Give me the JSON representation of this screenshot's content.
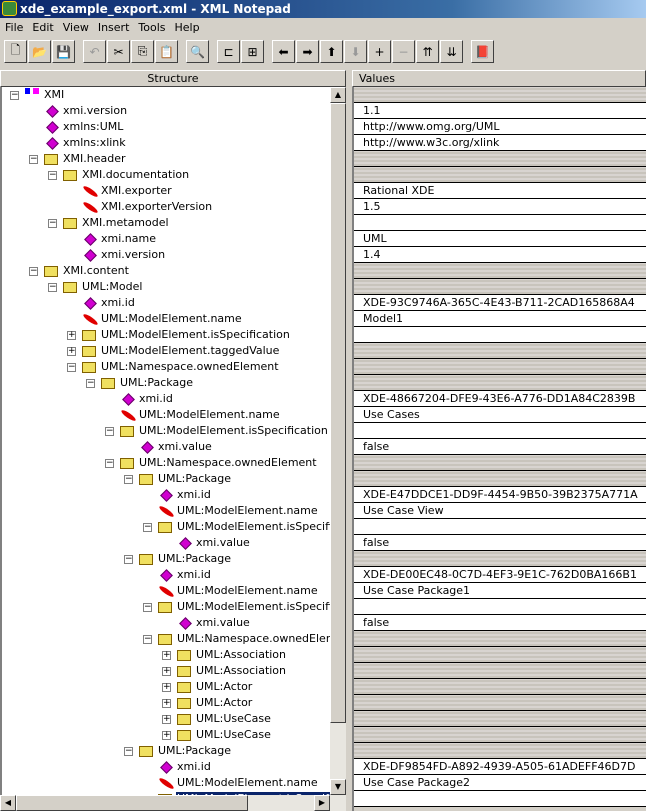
{
  "window": {
    "title": "xde_example_export.xml - XML Notepad"
  },
  "menu": [
    "File",
    "Edit",
    "View",
    "Insert",
    "Tools",
    "Help"
  ],
  "toolbar": [
    {
      "icon": "new-icon",
      "glyph": "🗋"
    },
    {
      "icon": "open-icon",
      "glyph": "📂"
    },
    {
      "icon": "save-icon",
      "glyph": "💾"
    },
    {
      "sep": true
    },
    {
      "icon": "undo-icon",
      "glyph": "↶",
      "dis": true
    },
    {
      "icon": "cut-icon",
      "glyph": "✂"
    },
    {
      "icon": "copy-icon",
      "glyph": "⎘"
    },
    {
      "icon": "paste-icon",
      "glyph": "📋",
      "dis": true
    },
    {
      "sep": true
    },
    {
      "icon": "find-icon",
      "glyph": "🔍"
    },
    {
      "sep": true
    },
    {
      "icon": "insert-element-icon",
      "glyph": "⊏"
    },
    {
      "icon": "insert-child-icon",
      "glyph": "⊞"
    },
    {
      "sep": true
    },
    {
      "icon": "arrow-left-icon",
      "glyph": "⬅"
    },
    {
      "icon": "arrow-right-icon",
      "glyph": "➡"
    },
    {
      "icon": "arrow-up-icon",
      "glyph": "⬆"
    },
    {
      "icon": "arrow-down-icon",
      "glyph": "⬇",
      "dis": true
    },
    {
      "icon": "expand-icon",
      "glyph": "+"
    },
    {
      "icon": "collapse-icon",
      "glyph": "−",
      "dis": true
    },
    {
      "icon": "sort-up-icon",
      "glyph": "⇈"
    },
    {
      "icon": "sort-down-icon",
      "glyph": "⇊"
    },
    {
      "sep": true
    },
    {
      "icon": "book-icon",
      "glyph": "📕"
    }
  ],
  "panes": {
    "structure": "Structure",
    "values": "Values"
  },
  "tree": [
    {
      "l": 0,
      "k": "root",
      "e": "-",
      "t": "XMI",
      "v": null
    },
    {
      "l": 1,
      "k": "attr",
      "t": "xmi.version",
      "v": "1.1"
    },
    {
      "l": 1,
      "k": "attr",
      "t": "xmlns:UML",
      "v": "http://www.omg.org/UML"
    },
    {
      "l": 1,
      "k": "attr",
      "t": "xmlns:xlink",
      "v": "http://www.w3c.org/xlink"
    },
    {
      "l": 1,
      "k": "folder",
      "e": "-",
      "t": "XMI.header",
      "v": null
    },
    {
      "l": 2,
      "k": "folder",
      "e": "-",
      "t": "XMI.documentation",
      "v": null
    },
    {
      "l": 3,
      "k": "text",
      "t": "XMI.exporter",
      "v": "Rational XDE"
    },
    {
      "l": 3,
      "k": "text",
      "t": "XMI.exporterVersion",
      "v": "1.5"
    },
    {
      "l": 2,
      "k": "folder",
      "e": "-",
      "t": "XMI.metamodel",
      "v": ""
    },
    {
      "l": 3,
      "k": "attr",
      "t": "xmi.name",
      "v": "UML"
    },
    {
      "l": 3,
      "k": "attr",
      "t": "xmi.version",
      "v": "1.4"
    },
    {
      "l": 1,
      "k": "folder",
      "e": "-",
      "t": "XMI.content",
      "v": null
    },
    {
      "l": 2,
      "k": "folder",
      "e": "-",
      "t": "UML:Model",
      "v": null
    },
    {
      "l": 3,
      "k": "attr",
      "t": "xmi.id",
      "v": "XDE-93C9746A-365C-4E43-B711-2CAD165868A4"
    },
    {
      "l": 3,
      "k": "text",
      "t": "UML:ModelElement.name",
      "v": "Model1"
    },
    {
      "l": 3,
      "k": "folder",
      "e": "+",
      "t": "UML:ModelElement.isSpecification",
      "v": ""
    },
    {
      "l": 3,
      "k": "folder",
      "e": "+",
      "t": "UML:ModelElement.taggedValue",
      "v": null
    },
    {
      "l": 3,
      "k": "folder",
      "e": "-",
      "t": "UML:Namespace.ownedElement",
      "v": null
    },
    {
      "l": 4,
      "k": "folder",
      "e": "-",
      "t": "UML:Package",
      "v": null
    },
    {
      "l": 5,
      "k": "attr",
      "t": "xmi.id",
      "v": "XDE-48667204-DFE9-43E6-A776-DD1A84C2839B"
    },
    {
      "l": 5,
      "k": "text",
      "t": "UML:ModelElement.name",
      "v": "Use Cases"
    },
    {
      "l": 5,
      "k": "folder",
      "e": "-",
      "t": "UML:ModelElement.isSpecification",
      "v": ""
    },
    {
      "l": 6,
      "k": "attr",
      "t": "xmi.value",
      "v": "false"
    },
    {
      "l": 5,
      "k": "folder",
      "e": "-",
      "t": "UML:Namespace.ownedElement",
      "v": null
    },
    {
      "l": 6,
      "k": "folder",
      "e": "-",
      "t": "UML:Package",
      "v": null
    },
    {
      "l": 7,
      "k": "attr",
      "t": "xmi.id",
      "v": "XDE-E47DDCE1-DD9F-4454-9B50-39B2375A771A"
    },
    {
      "l": 7,
      "k": "text",
      "t": "UML:ModelElement.name",
      "v": "Use Case View"
    },
    {
      "l": 7,
      "k": "folder",
      "e": "-",
      "t": "UML:ModelElement.isSpecification",
      "v": ""
    },
    {
      "l": 8,
      "k": "attr",
      "t": "xmi.value",
      "v": "false"
    },
    {
      "l": 6,
      "k": "folder",
      "e": "-",
      "t": "UML:Package",
      "v": null
    },
    {
      "l": 7,
      "k": "attr",
      "t": "xmi.id",
      "v": "XDE-DE00EC48-0C7D-4EF3-9E1C-762D0BA166B1"
    },
    {
      "l": 7,
      "k": "text",
      "t": "UML:ModelElement.name",
      "v": "Use Case Package1"
    },
    {
      "l": 7,
      "k": "folder",
      "e": "-",
      "t": "UML:ModelElement.isSpecification",
      "v": ""
    },
    {
      "l": 8,
      "k": "attr",
      "t": "xmi.value",
      "v": "false"
    },
    {
      "l": 7,
      "k": "folder",
      "e": "-",
      "t": "UML:Namespace.ownedElement",
      "v": null
    },
    {
      "l": 8,
      "k": "folder",
      "e": "+",
      "t": "UML:Association",
      "v": null
    },
    {
      "l": 8,
      "k": "folder",
      "e": "+",
      "t": "UML:Association",
      "v": null
    },
    {
      "l": 8,
      "k": "folder",
      "e": "+",
      "t": "UML:Actor",
      "v": null
    },
    {
      "l": 8,
      "k": "folder",
      "e": "+",
      "t": "UML:Actor",
      "v": null
    },
    {
      "l": 8,
      "k": "folder",
      "e": "+",
      "t": "UML:UseCase",
      "v": null
    },
    {
      "l": 8,
      "k": "folder",
      "e": "+",
      "t": "UML:UseCase",
      "v": null
    },
    {
      "l": 6,
      "k": "folder",
      "e": "-",
      "t": "UML:Package",
      "v": null
    },
    {
      "l": 7,
      "k": "attr",
      "t": "xmi.id",
      "v": "XDE-DF9854FD-A892-4939-A505-61ADEFF46D7D"
    },
    {
      "l": 7,
      "k": "text",
      "t": "UML:ModelElement.name",
      "v": "Use Case Package2"
    },
    {
      "l": 7,
      "k": "folder",
      "e": "+",
      "t": "UML:ModelElement.isSpecification",
      "v": "",
      "sel": true
    }
  ]
}
